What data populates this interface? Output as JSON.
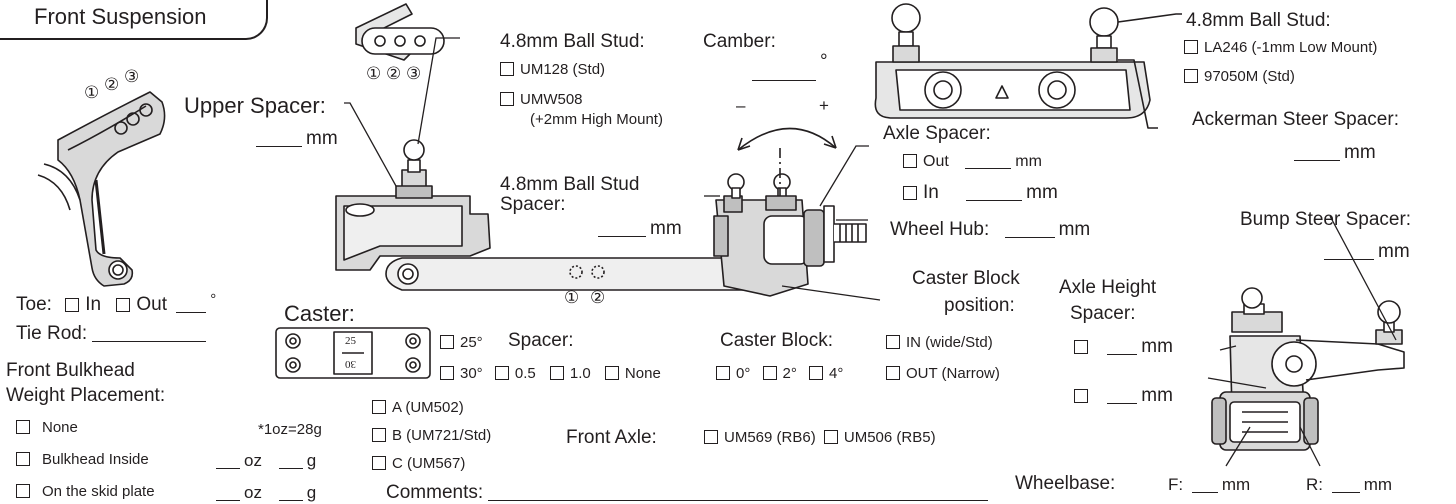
{
  "header": {
    "title": "Front Suspension"
  },
  "labels": {
    "upper_spacer": "Upper Spacer:",
    "mm": "mm",
    "ball_stud_left_title": "4.8mm Ball Stud:",
    "um128": "UM128 (Std)",
    "umw508": "UMW508",
    "umw508_note": "(+2mm High Mount)",
    "camber": "Camber:",
    "degree": "°",
    "minus": "–",
    "plus": "+",
    "ball_stud_right_title": "4.8mm Ball Stud:",
    "la246": "LA246 (-1mm Low Mount)",
    "m97050": "97050M (Std)",
    "ackerman": "Ackerman Steer Spacer:",
    "axle_spacer": "Axle Spacer:",
    "out": "Out",
    "in": "In",
    "ball_stud_spacer_1": "4.8mm Ball Stud",
    "ball_stud_spacer_2": "Spacer:",
    "wheel_hub": "Wheel Hub:",
    "bump_steer": "Bump Steer Spacer:",
    "caster_block_position_1": "Caster Block",
    "caster_block_position_2": "position:",
    "axle_height_1": "Axle Height",
    "axle_height_2": "Spacer:",
    "toe": "Toe:",
    "toe_in": "In",
    "toe_out": "Out",
    "tie_rod": "Tie Rod:",
    "caster": "Caster:",
    "c25": "25°",
    "c30": "30°",
    "spacer": "Spacer:",
    "s05": "0.5",
    "s10": "1.0",
    "none_sp": "None",
    "caster_block": "Caster Block:",
    "cb0": "0°",
    "cb2": "2°",
    "cb4": "4°",
    "in_wide": "IN (wide/Std)",
    "out_narrow": "OUT (Narrow)",
    "bulkhead_1": "Front Bulkhead",
    "bulkhead_2": "Weight Placement:",
    "none": "None",
    "oz_note": "*1oz=28g",
    "bulk_inside": "Bulkhead Inside",
    "skid_plate": "On the skid plate",
    "oz": "oz",
    "g": "g",
    "a_um502": "A (UM502)",
    "b_um721": "B (UM721/Std)",
    "c_um567": "C (UM567)",
    "front_axle": "Front Axle:",
    "um569": "UM569 (RB6)",
    "um506": "UM506 (RB5)",
    "comments": "Comments:",
    "wheelbase": "Wheelbase:",
    "wb_f": "F:",
    "wb_r": "R:",
    "pos_1": "①",
    "pos_2": "②",
    "pos_3": "③",
    "block_25": "25",
    "block_30": "30"
  }
}
